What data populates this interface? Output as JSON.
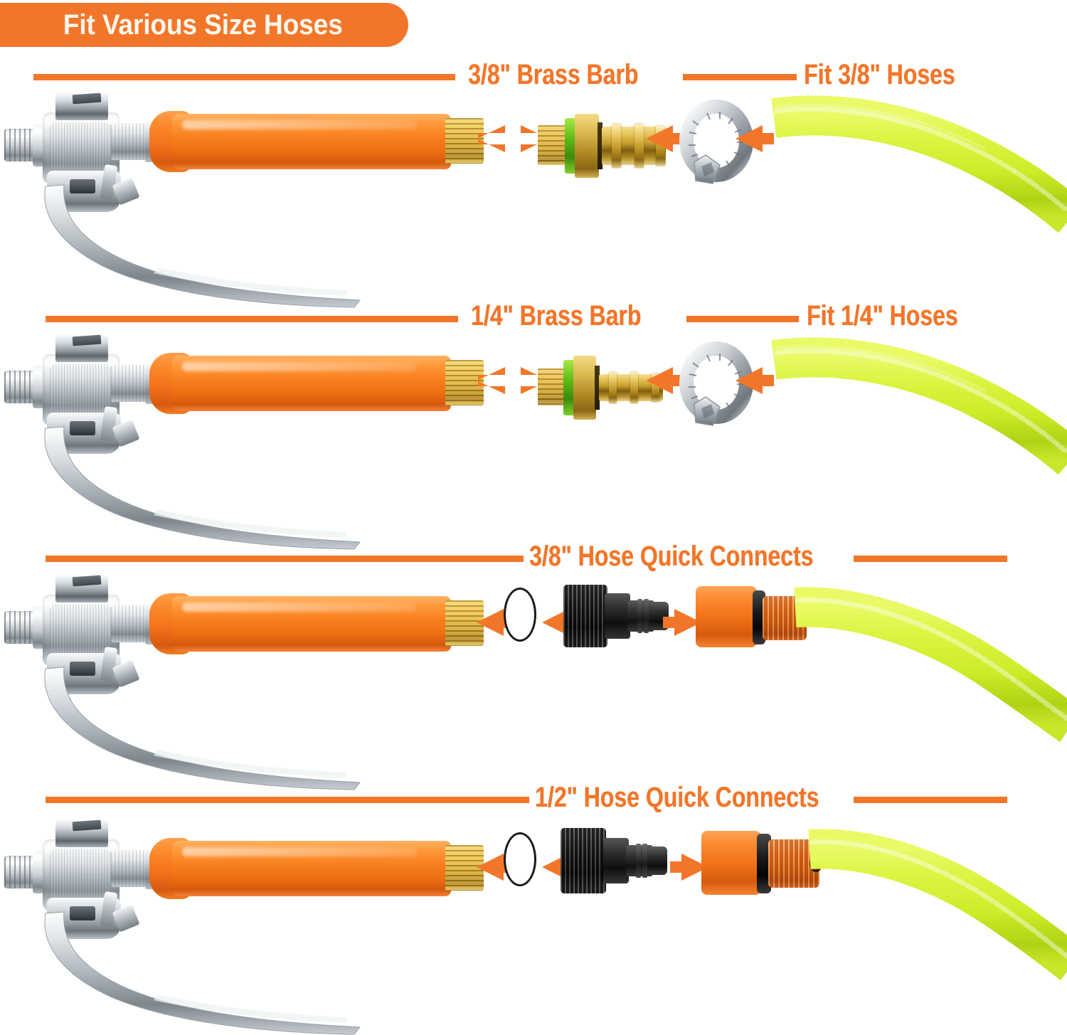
{
  "title": {
    "badge_text": "Fit Various Size Hoses"
  },
  "colors": {
    "orange": "#F2762A",
    "orange_light": "#F8801F",
    "badge_text": "#FEF6EC",
    "hose_green": "#D6F23C",
    "hose_green_dark": "#A8CE10",
    "brass": "#E0B544",
    "chrome": "#C3C8CD",
    "black_plastic": "#1a1a1a",
    "gasket_green": "#5FBE16",
    "background": "#FFFFFF"
  },
  "rows": [
    {
      "id": "row-1",
      "label_left": "3/8\" Brass Barb",
      "label_right": "Fit  3/8\" Hoses",
      "components": [
        "spray-gun",
        "double-arrow",
        "brass-barb-38",
        "left-arrow",
        "hose-clamp",
        "left-arrow",
        "garden-hose"
      ]
    },
    {
      "id": "row-2",
      "label_left": "1/4\" Brass Barb",
      "label_right": "Fit  1/4\" Hoses",
      "components": [
        "spray-gun",
        "double-arrow",
        "brass-barb-14",
        "left-arrow",
        "hose-clamp",
        "left-arrow",
        "garden-hose"
      ]
    },
    {
      "id": "row-3",
      "label_left": "3/8\" Hose Quick Connects",
      "label_right": "",
      "components": [
        "spray-gun",
        "left-arrow",
        "o-ring",
        "left-arrow",
        "black-quick-connect",
        "right-arrow",
        "orange-quick-coupling",
        "garden-hose"
      ]
    },
    {
      "id": "row-4",
      "label_left": "1/2\" Hose Quick Connects",
      "label_right": "",
      "components": [
        "spray-gun",
        "left-arrow",
        "o-ring",
        "left-arrow",
        "black-quick-connect",
        "right-arrow",
        "orange-quick-coupling",
        "garden-hose"
      ]
    }
  ],
  "icons": {
    "arrow_left": "left-arrow-icon",
    "arrow_right": "right-arrow-icon",
    "arrow_double": "double-arrow-icon",
    "o_ring": "o-ring-icon"
  }
}
